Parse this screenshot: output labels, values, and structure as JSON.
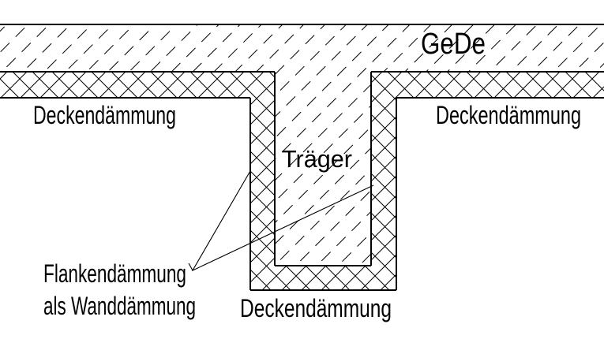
{
  "diagram": {
    "colors": {
      "line": "#000000",
      "background": "#ffffff"
    },
    "labels": {
      "slab": "GeDe",
      "ceiling_insulation_left": "Deckendämmung",
      "ceiling_insulation_right": "Deckendämmung",
      "beam": "Träger",
      "beam_bottom_insulation": "Deckendämmung",
      "flank_insulation_line1": "Flankendämmung",
      "flank_insulation_line2": "als Wanddämmung"
    }
  }
}
